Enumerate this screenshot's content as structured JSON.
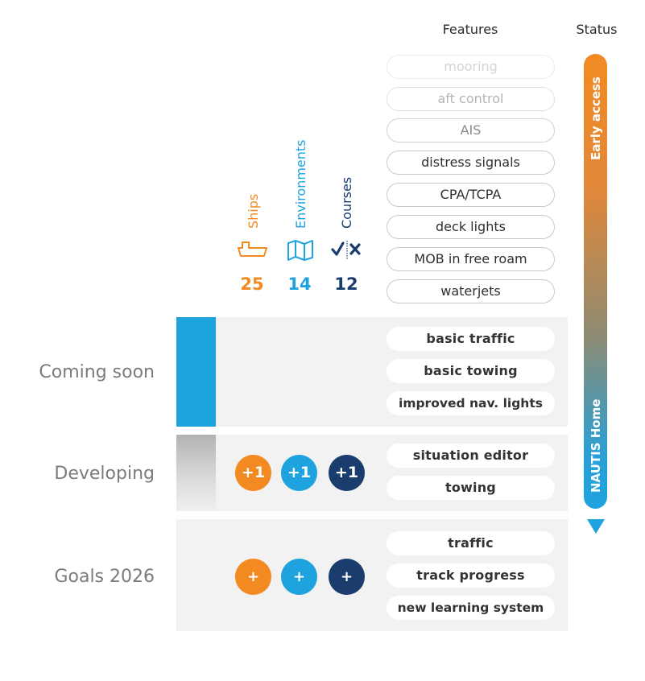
{
  "headers": {
    "features": "Features",
    "status": "Status"
  },
  "categories": [
    {
      "name": "Ships",
      "icon": "ship-icon",
      "count": "25",
      "color": "#f28a21"
    },
    {
      "name": "Environments",
      "icon": "map-icon",
      "count": "14",
      "color": "#1ea3de"
    },
    {
      "name": "Courses",
      "icon": "check-cross-icon",
      "count": "12",
      "color": "#1b3d6e"
    }
  ],
  "early_access_features": [
    "mooring",
    "aft control",
    "AIS",
    "distress signals",
    "CPA/TCPA",
    "deck lights",
    "MOB in free roam",
    "waterjets"
  ],
  "stages": [
    {
      "label": "Coming soon",
      "sidebar_color": "#1ea3de",
      "features": [
        "basic traffic",
        "basic towing",
        "improved nav. lights"
      ],
      "badges": []
    },
    {
      "label": "Developing",
      "sidebar_color": "gray-gradient",
      "features": [
        "situation editor",
        "towing"
      ],
      "badges": [
        "+1",
        "+1",
        "+1"
      ]
    },
    {
      "label": "Goals 2026",
      "sidebar_color": "none",
      "features": [
        "traffic",
        "track progress",
        "new learning system"
      ],
      "badges": [
        "+",
        "+",
        "+"
      ]
    }
  ],
  "status": {
    "top_label": "Early access",
    "bottom_label": "NAUTIS Home",
    "top_color": "#f28a21",
    "bottom_color": "#1ea3de"
  }
}
